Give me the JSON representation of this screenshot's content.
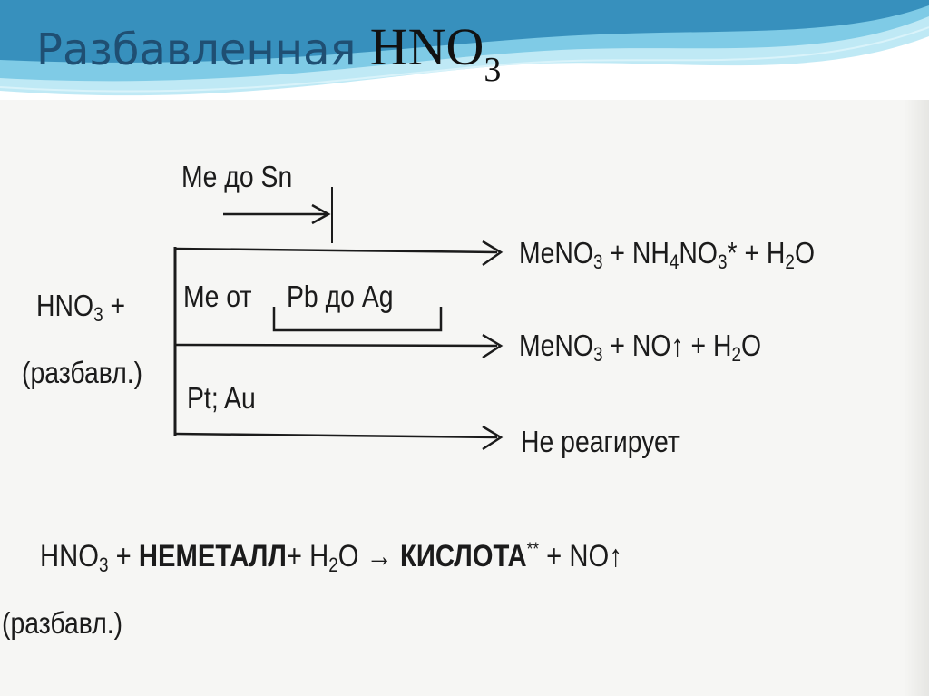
{
  "title": {
    "word": "Разбавленная",
    "formula_main": "HNO",
    "formula_sub": "3"
  },
  "scheme": {
    "reagent_main": "HNO",
    "reagent_sub": "3",
    "reagent_plus": "+",
    "reagent_note": "(разбавл.)",
    "branch1_label": "Me до Sn",
    "branch2_label_prefix": "Me от",
    "branch2_label_range": "Pb до Ag",
    "branch3_label": "Pt; Au",
    "product1": {
      "p1": "MeNO",
      "p1_sub": "3",
      "plus1": "+",
      "p2a": "NH",
      "p2a_sub": "4",
      "p2b": "NO",
      "p2b_sub": "3",
      "p2_mark": "*",
      "plus2": "+",
      "p3a": "H",
      "p3a_sub": "2",
      "p3b": "O"
    },
    "product2": {
      "p1": "MeNO",
      "p1_sub": "3",
      "plus1": "+",
      "p2": "NO↑",
      "plus2": "+",
      "p3a": "H",
      "p3a_sub": "2",
      "p3b": "O"
    },
    "product3": "Не реагирует"
  },
  "equation": {
    "a": "HNO",
    "a_sub": "3",
    "plus1": "+",
    "b": "НЕМЕТАЛЛ",
    "plus2": "+",
    "c": "H",
    "c_sub": "2",
    "c2": "O",
    "arrow": "→",
    "d": "КИСЛОТА",
    "d_mark": "**",
    "plus3": "+",
    "e": "NO↑",
    "note": "(разбавл.)"
  },
  "colors": {
    "title": "#1f4f73",
    "wave_dark": "#2a86b5",
    "wave_light": "#8fd3ea",
    "ink": "#1b1b1b"
  }
}
